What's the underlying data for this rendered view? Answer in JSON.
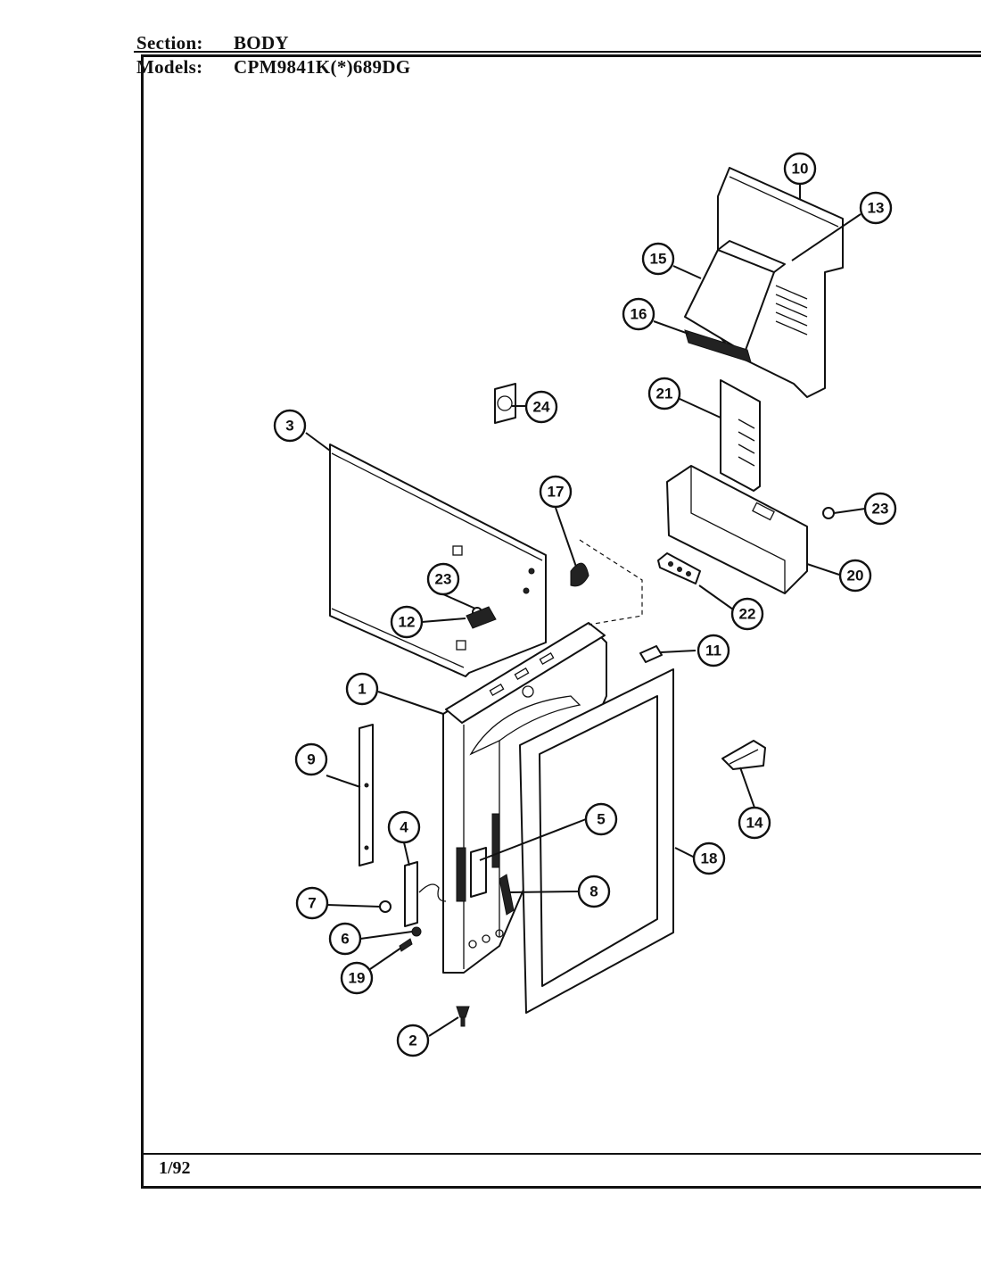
{
  "header": {
    "section_label": "Section:",
    "section_value": "BODY",
    "models_label": "Models:",
    "models_value": "CPM9841K(*)689DG"
  },
  "footer": {
    "date": "1/92"
  },
  "callouts": [
    "1",
    "2",
    "3",
    "4",
    "5",
    "6",
    "7",
    "8",
    "9",
    "10",
    "11",
    "12",
    "13",
    "14",
    "15",
    "16",
    "17",
    "18",
    "19",
    "20",
    "21",
    "22",
    "23",
    "23",
    "24"
  ]
}
